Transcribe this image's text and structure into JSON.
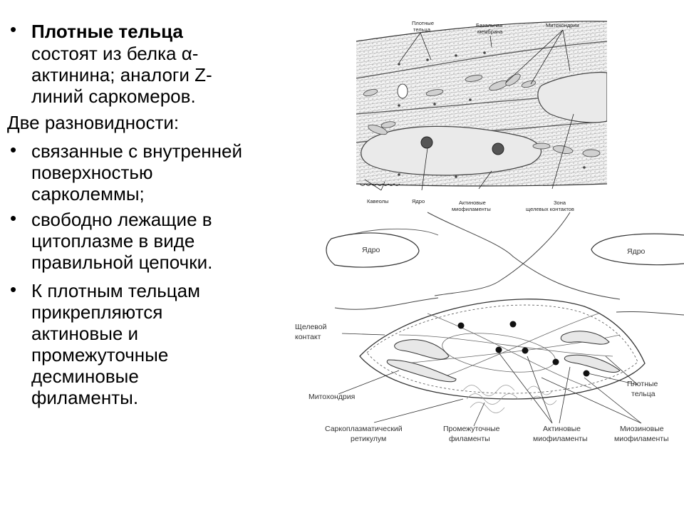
{
  "text": {
    "p1_bold": "Плотные тельца",
    "p1_rest": [
      "состоят из белка α-",
      "актинина; аналоги Z-",
      "линий саркомеров."
    ],
    "intro": "Две разновидности:",
    "b2": [
      "связанные с внутренней",
      "поверхностью",
      "сарколеммы;"
    ],
    "b3": [
      "свободно лежащие в",
      "цитоплазме в виде",
      "правильной цепочки."
    ],
    "b4": [
      "К плотным тельцам",
      "прикрепляются",
      "актиновые и",
      "промежуточные",
      "десминовые",
      "филаменты."
    ]
  },
  "top_figure": {
    "labels": {
      "dense": [
        "Плотные",
        "тельца"
      ],
      "basal": [
        "Базальная",
        "мембрана"
      ],
      "mito": "Митохондрии",
      "caveolae": "Кавеолы",
      "nucleus": "Ядро",
      "actin": [
        "Актиновые",
        "миофиламенты"
      ],
      "gap": [
        "Зона",
        "щелевых контактов"
      ]
    }
  },
  "bottom_figure": {
    "labels": {
      "nucleus_left": "Ядро",
      "nucleus_right": "Ядро",
      "gap": [
        "Щелевой",
        "контакт"
      ],
      "dense": [
        "Плотные",
        "тельца"
      ],
      "mito": "Митохондрия",
      "sr": [
        "Саркоплазматический",
        "ретикулум"
      ],
      "intermediate": [
        "Промежуточные",
        "филаменты"
      ],
      "actin": [
        "Актиновые",
        "миофиламенты"
      ],
      "myosin": [
        "Миозиновые",
        "миофиламенты"
      ]
    }
  }
}
